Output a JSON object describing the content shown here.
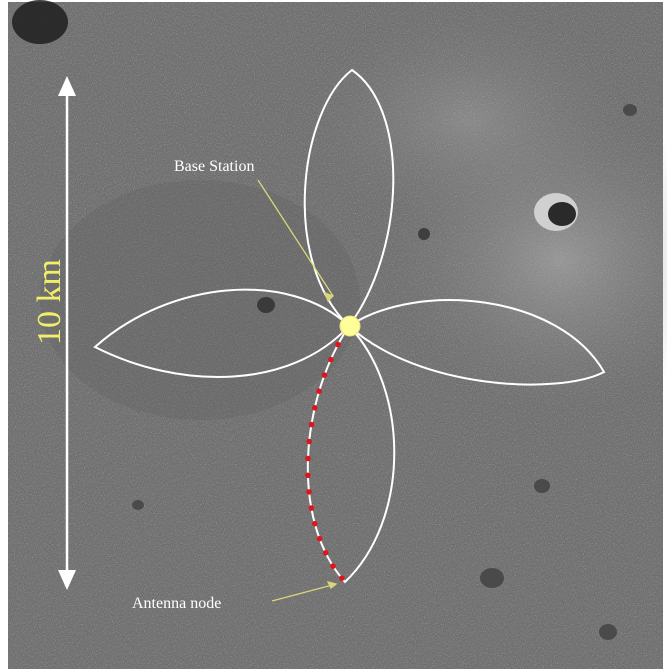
{
  "scale_bar": {
    "label": "10 km"
  },
  "labels": {
    "base_station": "Base Station",
    "antenna_node": "Antenna node"
  },
  "colors": {
    "petal_outline": "#ffffff",
    "base_station_marker": "#ffff99",
    "relay_points": "#e0141e",
    "scale_label": "#f2f06a",
    "leader_line": "#d8d67a",
    "label_text": "#ffffff",
    "terrain": "#777777"
  },
  "map": {
    "petals": [
      "north",
      "east",
      "south",
      "west"
    ],
    "relay_point_count": 17
  }
}
